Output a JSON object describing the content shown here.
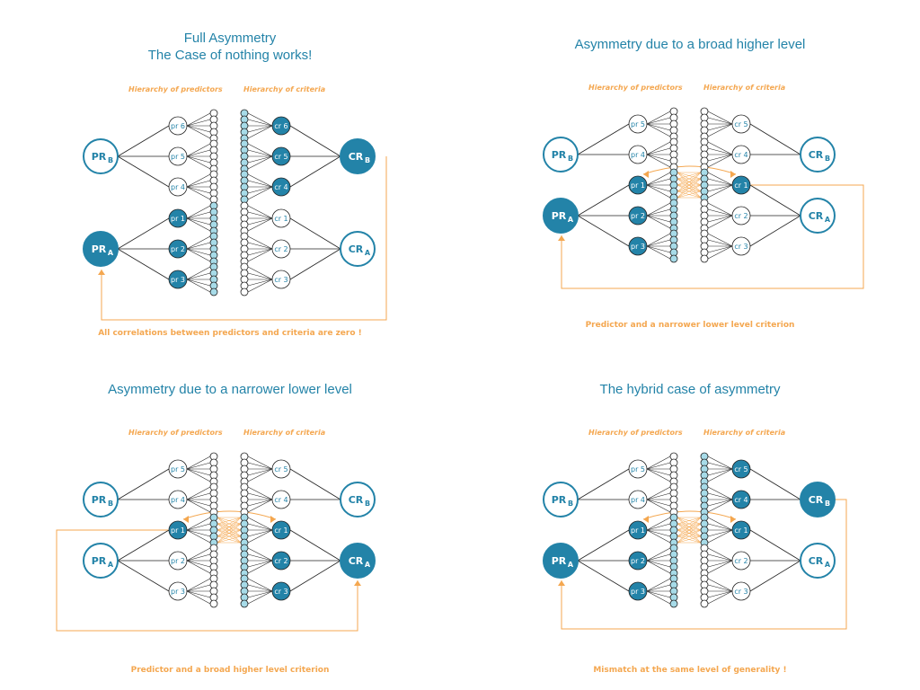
{
  "colors": {
    "teal": "#2383a8",
    "light_blue": "#a7dbe8",
    "orange": "#f4a750",
    "line": "#222222",
    "text": "#ffffff"
  },
  "panels": [
    {
      "id": "tl",
      "title_lines": [
        "Full Asymmetry",
        "The Case of nothing works!"
      ],
      "hdr_predictors": "Hierarchy of predictors",
      "hdr_criteria": "Hierarchy of criteria",
      "pr_labels": [
        "pr 6",
        "pr 5",
        "pr 4",
        "pr 1",
        "pr 2",
        "pr 3"
      ],
      "cr_labels": [
        "cr 6",
        "cr 5",
        "cr 4",
        "cr 1",
        "cr 2",
        "cr 3"
      ],
      "pr_filled": [
        false,
        false,
        false,
        true,
        true,
        true
      ],
      "cr_filled": [
        true,
        true,
        true,
        false,
        false,
        false
      ],
      "PRB_filled": false,
      "PRA_filled": true,
      "CRB_filled": true,
      "CRA_filled": false,
      "caption": "All correlations between predictors and criteria are zero !"
    },
    {
      "id": "tr",
      "title_lines": [
        "Asymmetry due to a broad higher level"
      ],
      "hdr_predictors": "Hierarchy of predictors",
      "hdr_criteria": "Hierarchy of criteria",
      "pr_labels": [
        "pr 5",
        "pr 4",
        "pr 1",
        "pr 2",
        "pr 3"
      ],
      "cr_labels": [
        "cr 5",
        "cr 4",
        "cr 1",
        "cr 2",
        "cr 3"
      ],
      "pr_filled": [
        false,
        false,
        true,
        true,
        true
      ],
      "cr_filled": [
        false,
        false,
        true,
        false,
        false
      ],
      "PRB_filled": false,
      "PRA_filled": true,
      "CRB_filled": false,
      "CRA_filled": false,
      "caption": "Predictor and a narrower lower level criterion"
    },
    {
      "id": "bl",
      "title_lines": [
        "Asymmetry due to a narrower lower level"
      ],
      "hdr_predictors": "Hierarchy of predictors",
      "hdr_criteria": "Hierarchy of criteria",
      "pr_labels": [
        "pr 5",
        "pr 4",
        "pr 1",
        "pr 2",
        "pr 3"
      ],
      "cr_labels": [
        "cr 5",
        "cr 4",
        "cr 1",
        "cr 2",
        "cr 3"
      ],
      "pr_filled": [
        false,
        false,
        true,
        false,
        false
      ],
      "cr_filled": [
        false,
        false,
        true,
        true,
        true
      ],
      "PRB_filled": false,
      "PRA_filled": false,
      "CRB_filled": false,
      "CRA_filled": true,
      "caption": "Predictor and a broad higher level criterion"
    },
    {
      "id": "br",
      "title_lines": [
        "The hybrid case of asymmetry"
      ],
      "hdr_predictors": "Hierarchy of predictors",
      "hdr_criteria": "Hierarchy of criteria",
      "pr_labels": [
        "pr 5",
        "pr 4",
        "pr 1",
        "pr 2",
        "pr 3"
      ],
      "cr_labels": [
        "cr 5",
        "cr 4",
        "cr 1",
        "cr 2",
        "cr 3"
      ],
      "pr_filled": [
        false,
        false,
        true,
        true,
        true
      ],
      "cr_filled": [
        true,
        true,
        true,
        false,
        false
      ],
      "PRB_filled": false,
      "PRA_filled": true,
      "CRB_filled": true,
      "CRA_filled": false,
      "caption": "Mismatch at the same level of generality !"
    }
  ],
  "node_labels": {
    "PR": "PR",
    "CR": "CR",
    "B": "B",
    "A": "A"
  }
}
